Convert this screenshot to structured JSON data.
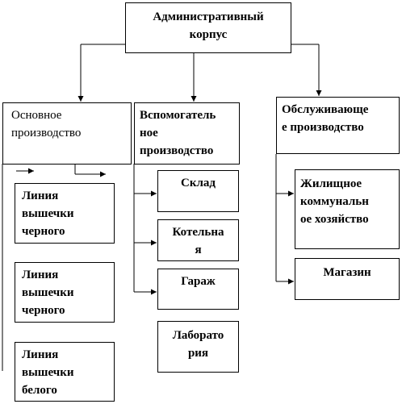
{
  "admin": {
    "line1": "Административный",
    "line2": "корпус"
  },
  "main_prod": {
    "line1": "Основное",
    "line2": "производство"
  },
  "aux_prod": {
    "line1": "Вспомогатель",
    "line2": "ное",
    "line3": "производство"
  },
  "service_prod": {
    "line1": "Обслуживающе",
    "line2": "е производство"
  },
  "main_children": [
    {
      "line1": "Линия",
      "line2": "вышечки",
      "line3": "черного"
    },
    {
      "line1": "Линия",
      "line2": "вышечки",
      "line3": "черного"
    },
    {
      "line1": "Линия",
      "line2": "вышечки",
      "line3": "белого"
    }
  ],
  "aux_children": [
    {
      "line1": "Склад"
    },
    {
      "line1": "Котельна",
      "line2": "я"
    },
    {
      "line1": "Гараж"
    },
    {
      "line1": "Лаборато",
      "line2": "рия"
    }
  ],
  "service_children": [
    {
      "line1": "Жилищное",
      "line2": "коммунальн",
      "line3": "ое хозяйство"
    },
    {
      "line1": "Магазин"
    }
  ]
}
